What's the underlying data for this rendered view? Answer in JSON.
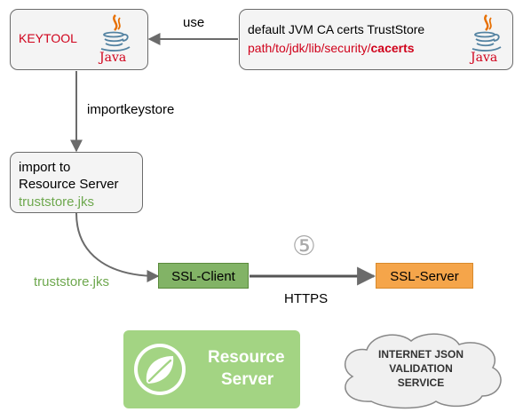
{
  "keytool": {
    "label": "KEYTOOL",
    "java_label": "Java"
  },
  "truststore_box": {
    "title": "default JVM CA certs TrustStore",
    "path_prefix": "path/to/jdk/lib/security/",
    "path_file": "cacerts",
    "java_label": "Java"
  },
  "edge_use": "use",
  "edge_import": "importkeystore",
  "import_box": {
    "line1": "import to",
    "line2": "Resource Server",
    "file": "truststore.jks"
  },
  "client_side_label": "truststore.jks",
  "ssl_client": "SSL-Client",
  "ssl_server": "SSL-Server",
  "step_number": "⑤",
  "protocol_label": "HTTPS",
  "resource_server": {
    "line1": "Resource",
    "line2": "Server"
  },
  "cloud": {
    "line1": "INTERNET JSON",
    "line2": "VALIDATION",
    "line3": "SERVICE"
  },
  "colors": {
    "red_text": "#d0021b",
    "green_text": "#6ea84e",
    "client_fill": "#82b366",
    "server_fill": "#f5a54a",
    "spring_fill": "#a3d483",
    "arrow": "#6b6b6b"
  }
}
